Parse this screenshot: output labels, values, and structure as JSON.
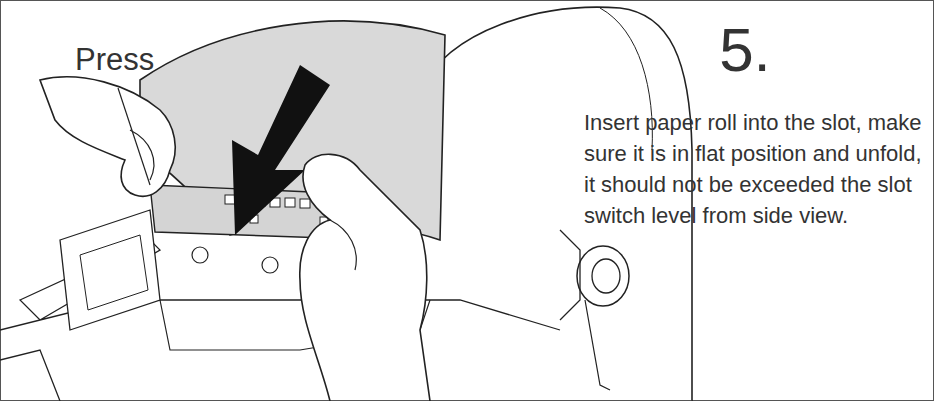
{
  "diagram": {
    "labels": [
      "Press",
      "5.",
      "Insert paper roll into the slot, make sure it is in flat position and unfold, it should not be exceeded the slot switch level from side view."
    ]
  }
}
